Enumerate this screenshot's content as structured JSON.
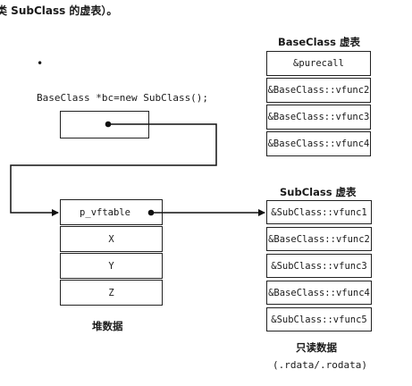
{
  "header_fragment": "类 SubClass 的虚表）。",
  "bullet": "•",
  "code_line": "BaseClass *bc=new SubClass();",
  "base_vtable": {
    "title": "BaseClass 虚表",
    "entries": [
      "&purecall",
      "&BaseClass::vfunc2",
      "&BaseClass::vfunc3",
      "&BaseClass::vfunc4"
    ]
  },
  "sub_vtable": {
    "title": "SubClass 虚表",
    "entries": [
      "&SubClass::vfunc1",
      "&BaseClass::vfunc2",
      "&SubClass::vfunc3",
      "&BaseClass::vfunc4",
      "&SubClass::vfunc5"
    ]
  },
  "heap_object": {
    "fields": [
      "p_vftable",
      "X",
      "Y",
      "Z"
    ],
    "label": "堆数据"
  },
  "rodata": {
    "label": "只读数据",
    "sections": "(.rdata/.rodata)"
  }
}
